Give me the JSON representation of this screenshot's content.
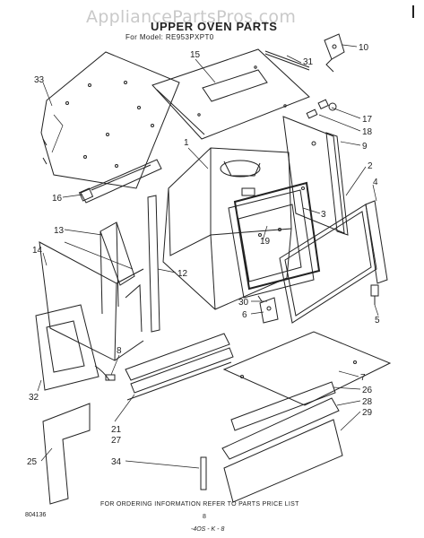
{
  "watermark": "AppliancePartsPros.com",
  "header": {
    "title": "UPPER OVEN PARTS",
    "model_line": "For Model: RE953PXPT0"
  },
  "footer": {
    "figure_code": "804136",
    "note": "FOR ORDERING INFORMATION REFER TO PARTS PRICE LIST",
    "page_number": "8",
    "page_code": "-4OS - K - 8"
  },
  "callouts": [
    "33",
    "15",
    "31",
    "10",
    "1",
    "17",
    "18",
    "9",
    "2",
    "4",
    "16",
    "3",
    "13",
    "19",
    "14",
    "12",
    "30",
    "6",
    "5",
    "8",
    "7",
    "26",
    "28",
    "29",
    "32",
    "21",
    "27",
    "25",
    "34"
  ],
  "colors": {
    "ink": "#222222",
    "watermark": "#c9c9c9"
  }
}
